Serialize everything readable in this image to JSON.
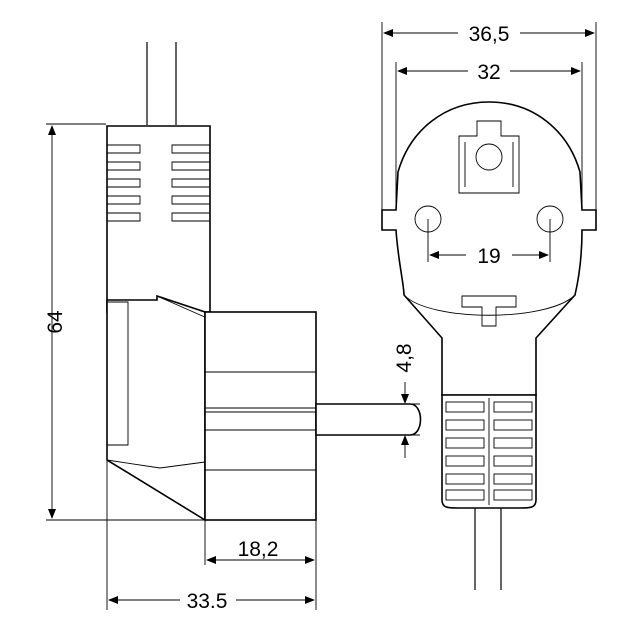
{
  "dimensions": {
    "height": "64",
    "width_total": "33.5",
    "width_plug": "18,2",
    "pin_diameter": "4,8",
    "face_outer_width": "36,5",
    "face_inner_width": "32",
    "pin_spacing": "19"
  }
}
